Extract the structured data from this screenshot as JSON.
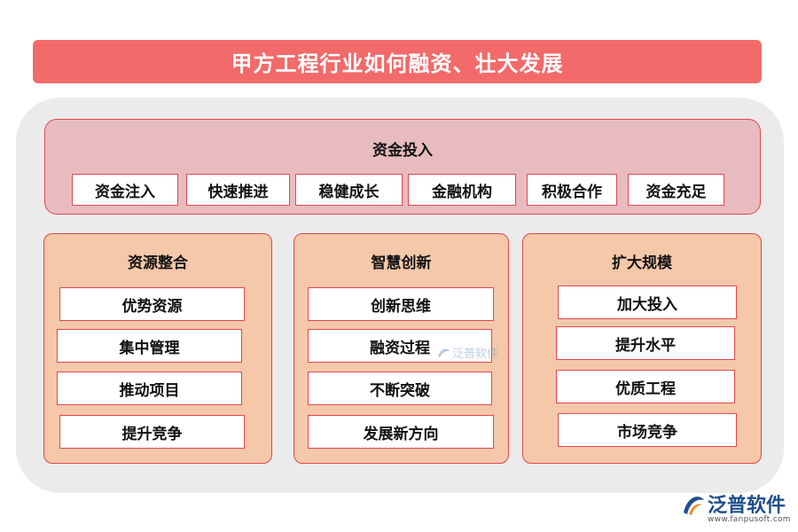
{
  "title": "甲方工程行业如何融资、壮大发展",
  "top": {
    "heading": "资金投入",
    "items": [
      "资金注入",
      "快速推进",
      "稳健成长",
      "金融机构",
      "积极合作",
      "资金充足"
    ]
  },
  "columns": [
    {
      "heading": "资源整合",
      "items": [
        "优势资源",
        "集中管理",
        "推动项目",
        "提升竞争"
      ]
    },
    {
      "heading": "智慧创新",
      "items": [
        "创新思维",
        "融资过程",
        "不断突破",
        "发展新方向"
      ]
    },
    {
      "heading": "扩大规模",
      "items": [
        "加大投入",
        "提升水平",
        "优质工程",
        "市场竞争"
      ]
    }
  ],
  "watermark": {
    "text": "泛普软件"
  },
  "logo": {
    "text": "泛普软件",
    "url": "www.fanpusoft.com"
  },
  "colors": {
    "title_bg": "#f26a6a",
    "top_bg": "#e8bcbf",
    "col_bg": "#f5c8a9",
    "border": "#e0464f"
  }
}
